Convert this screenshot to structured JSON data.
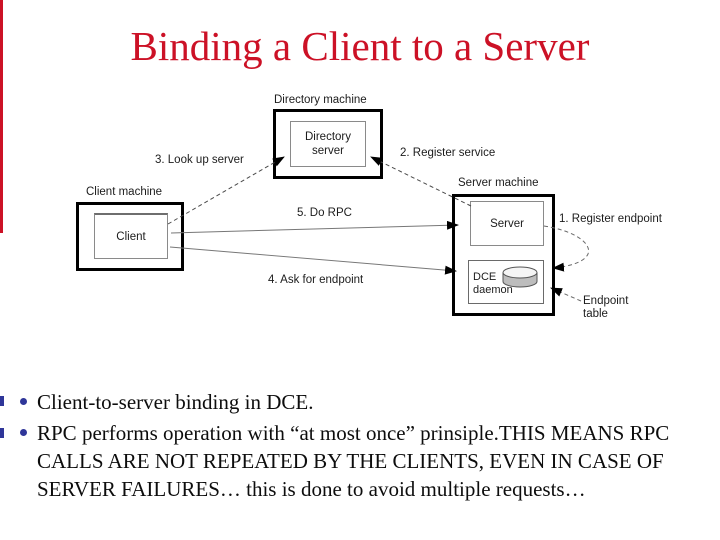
{
  "slide": {
    "title": "Binding a Client to a Server"
  },
  "diagram": {
    "directory": {
      "label": "Directory machine",
      "inner": "Directory server"
    },
    "client": {
      "label": "Client machine",
      "inner": "Client"
    },
    "server": {
      "label": "Server machine",
      "inner": "Server",
      "daemon": "DCE daemon"
    },
    "steps": {
      "s1": "1. Register endpoint",
      "s2": "2. Register service",
      "s3": "3. Look up server",
      "s4": "4. Ask for endpoint",
      "s5": "5. Do RPC"
    },
    "endpoint_table_label": "Endpoint table",
    "icons": {
      "cylinder": "endpoint-table-cylinder-icon",
      "arrowhead": "solid-black-arrowhead"
    }
  },
  "bullets": [
    "Client-to-server binding in DCE.",
    "RPC performs operation with “at most once” prinsiple.THIS MEANS RPC CALLS ARE NOT REPEATED BY THE CLIENTS, EVEN IN CASE OF SERVER FAILURES…  this is done to avoid multiple requests…"
  ],
  "colors": {
    "title_red": "#cc1126",
    "bullet_navy": "#2f3699",
    "cylinder_gray": "#bdbdbd"
  }
}
